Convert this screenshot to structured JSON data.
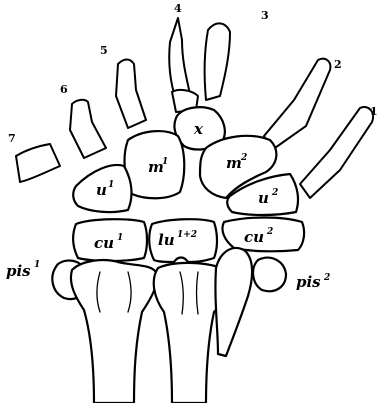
{
  "digit_numbers": [
    "7",
    "6",
    "5",
    "4",
    "3",
    "2",
    "1"
  ],
  "bones": {
    "x": {
      "main": "x",
      "sup": ""
    },
    "m1": {
      "main": "m",
      "sup": "1"
    },
    "m2": {
      "main": "m",
      "sup": "2"
    },
    "u1": {
      "main": "u",
      "sup": "1"
    },
    "u2": {
      "main": "u",
      "sup": "2"
    },
    "cu1": {
      "main": "cu",
      "sup": "1"
    },
    "lu": {
      "main": "lu",
      "sup": "1+2"
    },
    "cu2": {
      "main": "cu",
      "sup": "2"
    },
    "pis1": {
      "main": "pis",
      "sup": "1"
    },
    "pis2": {
      "main": "pis",
      "sup": "2"
    }
  }
}
